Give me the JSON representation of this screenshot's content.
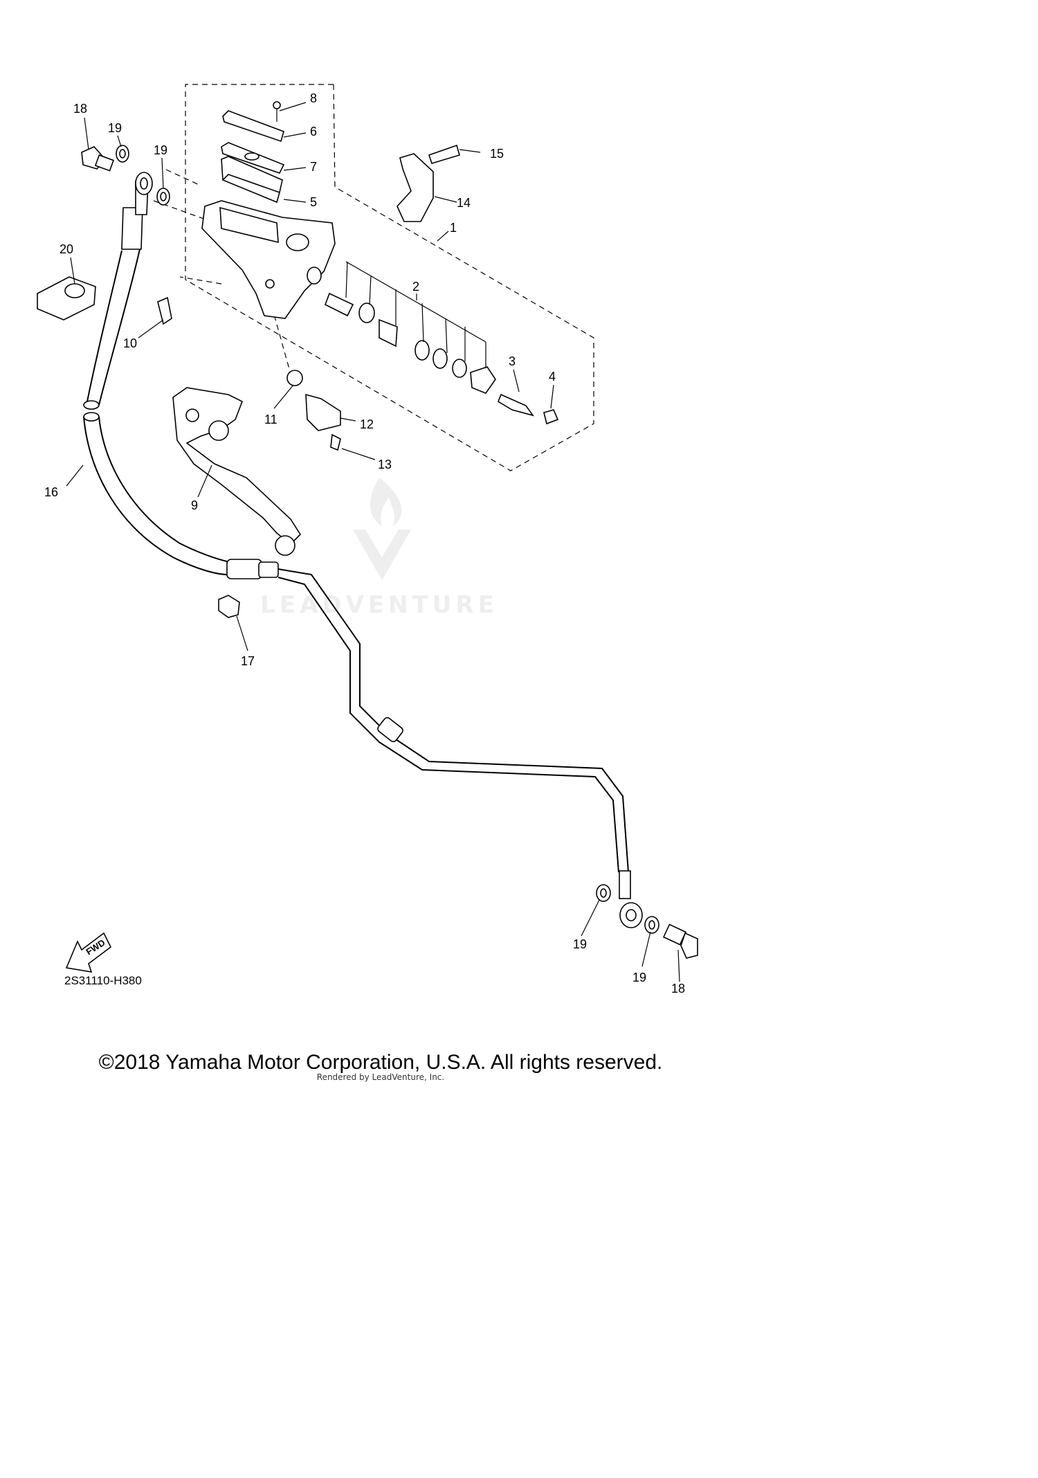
{
  "diagram": {
    "code": "2S31110-H380",
    "fwd_label": "FWD",
    "watermark": "LEADVENTURE",
    "callouts": [
      "1",
      "2",
      "3",
      "4",
      "5",
      "6",
      "7",
      "8",
      "9",
      "10",
      "11",
      "12",
      "13",
      "14",
      "15",
      "16",
      "17",
      "18",
      "19",
      "20"
    ]
  },
  "footer": {
    "copyright": "©2018 Yamaha Motor Corporation, U.S.A. All rights reserved.",
    "rendered_by": "Rendered by LeadVenture, Inc."
  }
}
